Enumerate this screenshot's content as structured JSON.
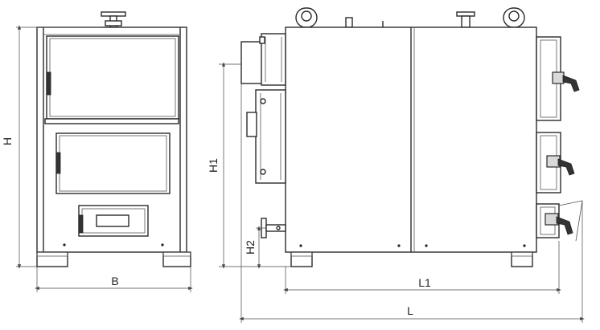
{
  "dimensions": {
    "H": "H",
    "H1": "H1",
    "H2": "H2",
    "B": "B",
    "L1": "L1",
    "L": "L"
  },
  "colors": {
    "line": "#2a2a2a",
    "background": "#ffffff"
  }
}
